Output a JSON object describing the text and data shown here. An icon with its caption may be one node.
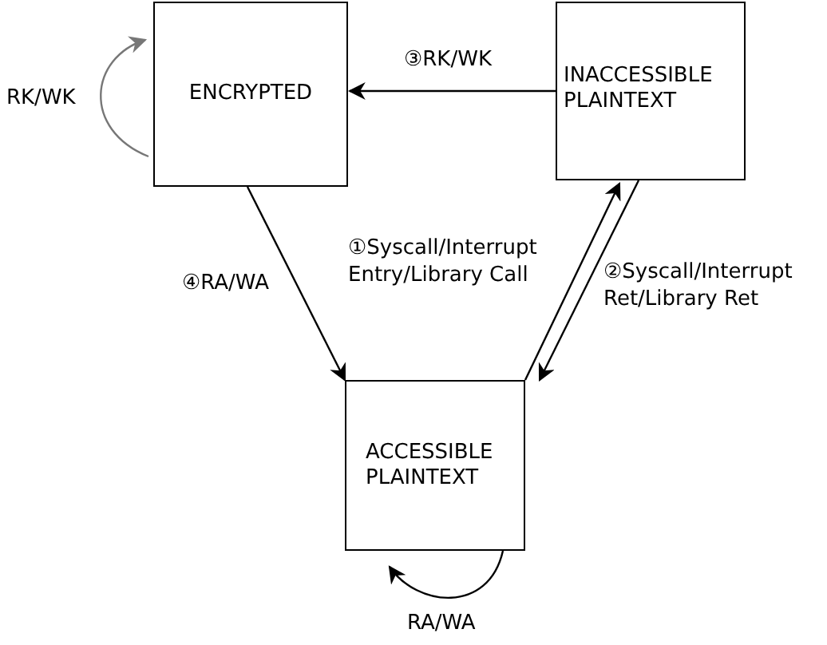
{
  "diagram": {
    "nodes": [
      {
        "text": [
          "ENCRYPTED"
        ]
      },
      {
        "text": [
          "INACCESSIBLE PLAINTEXT"
        ]
      },
      {
        "text": [
          "ACCESSIBLE PLAINTEXT"
        ]
      }
    ],
    "edges": [
      {
        "from": 1,
        "to": 0,
        "arrow": "to",
        "label": "③RK/WK"
      },
      {
        "from": 0,
        "to": 2,
        "arrow": "to",
        "label": "④RA/WA"
      },
      {
        "from": 2,
        "to": 1,
        "arrow": "to",
        "label": "①Syscall/Interrupt Entry/Library Call"
      },
      {
        "from": 1,
        "to": 2,
        "arrow": "to",
        "label": "②Syscall/Interrupt Ret/Library Ret"
      },
      {
        "from": 0,
        "to": 0,
        "arrow": "to",
        "label": "RK/WK",
        "color": "#777777"
      },
      {
        "from": 2,
        "to": 2,
        "arrow": "to",
        "label": "RA/WA"
      }
    ]
  }
}
